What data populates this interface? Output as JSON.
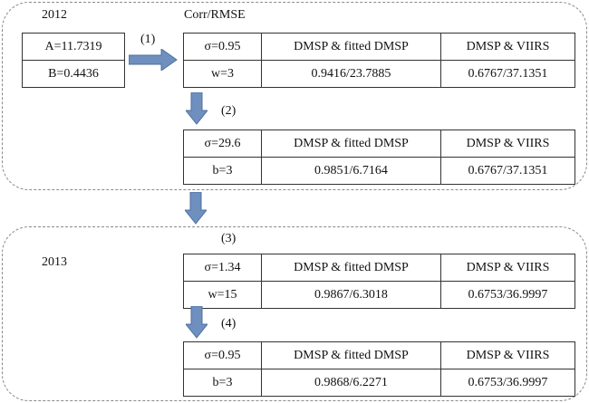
{
  "group_2012": {
    "year": "2012",
    "header": "Corr/RMSE",
    "params": {
      "a": "A=11.7319",
      "b": "B=0.4436"
    },
    "step1": "(1)",
    "step2": "(2)",
    "table1": {
      "row1": [
        "σ=0.95",
        "DMSP & fitted DMSP",
        "DMSP & VIIRS"
      ],
      "row2": [
        "w=3",
        "0.9416/23.7885",
        "0.6767/37.1351"
      ]
    },
    "table2": {
      "row1": [
        "σ=29.6",
        "DMSP & fitted DMSP",
        "DMSP & VIIRS"
      ],
      "row2": [
        "b=3",
        "0.9851/6.7164",
        "0.6767/37.1351"
      ]
    }
  },
  "group_2013": {
    "year": "2013",
    "step3": "(3)",
    "step4": "(4)",
    "table3": {
      "row1": [
        "σ=1.34",
        "DMSP & fitted DMSP",
        "DMSP & VIIRS"
      ],
      "row2": [
        "w=15",
        "0.9867/6.3018",
        "0.6753/36.9997"
      ]
    },
    "table4": {
      "row1": [
        "σ=0.95",
        "DMSP & fitted DMSP",
        "DMSP & VIIRS"
      ],
      "row2": [
        "b=3",
        "0.9868/6.2271",
        "0.6753/36.9997"
      ]
    }
  },
  "colors": {
    "arrow": "#6f8fbf",
    "arrow_edge": "#4f6f9f",
    "dash": "#8a8a8a"
  }
}
